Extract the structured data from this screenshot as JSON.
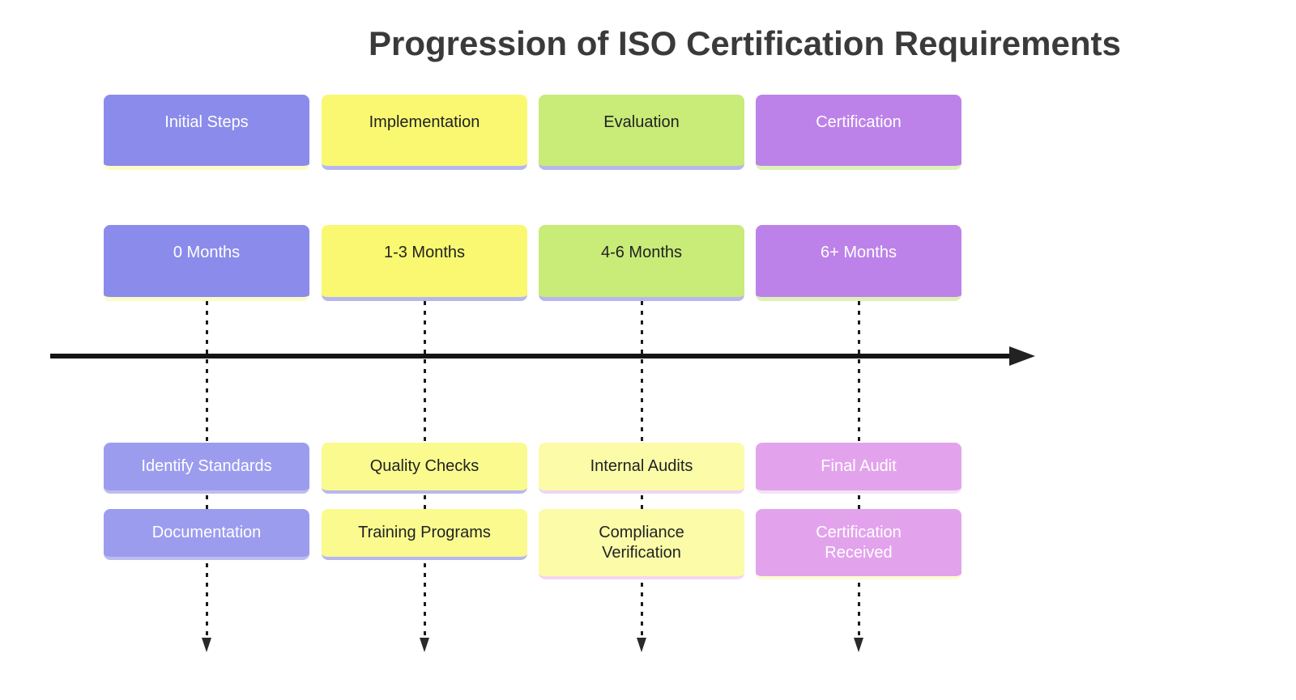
{
  "title": "Progression of ISO Certification Requirements",
  "columns": [
    {
      "section": "Initial Steps",
      "period": "0 Months",
      "tasks": [
        "Identify Standards",
        "Documentation"
      ],
      "colors": {
        "main": "#8b8beb",
        "task": "#9c9cef",
        "text": "#ffffff",
        "underline_main": "#fcfcc6",
        "underline_task1": "#bcbcf1",
        "underline_task2": "#bcbcf1"
      }
    },
    {
      "section": "Implementation",
      "period": "1-3 Months",
      "tasks": [
        "Quality Checks",
        "Training Programs"
      ],
      "colors": {
        "main": "#f9f870",
        "task": "#fafa8e",
        "text": "#1f2222",
        "underline_main": "#b7b7ef",
        "underline_task1": "#b7b7ef",
        "underline_task2": "#b7b7ef"
      }
    },
    {
      "section": "Evaluation",
      "period": "4-6 Months",
      "tasks": [
        "Internal Audits",
        "Compliance Verification"
      ],
      "colors": {
        "main": "#c9eb78",
        "task": "#fbfba8",
        "text": "#1f2222",
        "underline_main": "#b7b7ef",
        "underline_task1": "#eed6f2",
        "underline_task2": "#f5d6f0"
      }
    },
    {
      "section": "Certification",
      "period": "6+ Months",
      "tasks": [
        "Final Audit",
        "Certification Received"
      ],
      "colors": {
        "main": "#bc82e9",
        "task": "#e2a3ec",
        "text": "#ffffff",
        "underline_main": "#ddf3b6",
        "underline_task1": "#f3e2f6",
        "underline_task2": "#fcfcd2"
      }
    }
  ]
}
